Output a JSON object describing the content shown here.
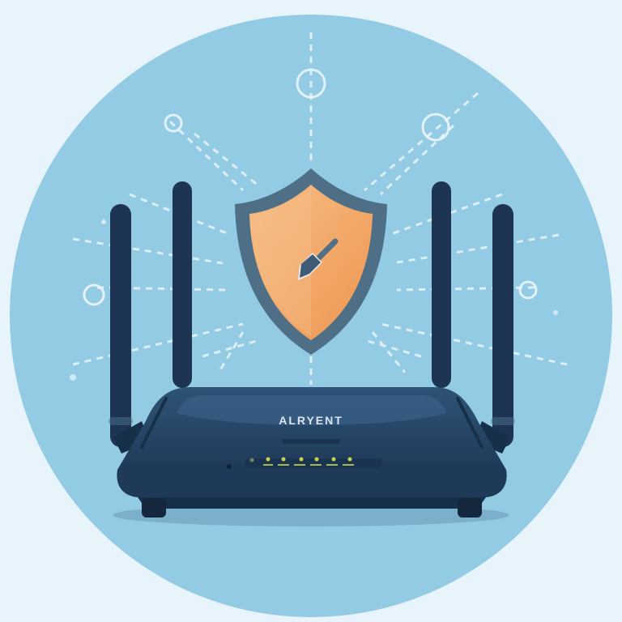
{
  "illustration": {
    "subject": "Wireless router protected by security shield",
    "router": {
      "brand_label": "ALRYENT",
      "antenna_count": 4,
      "led_count": 6,
      "led_color": "#c8d24a"
    },
    "shield": {
      "emblem": "trowel-icon",
      "fill_color": "#f2a462",
      "border_color": "#4f6f86"
    },
    "colors": {
      "background": "#e8f4fb",
      "circle": "#92cbe3",
      "router_body": "#23405f",
      "router_dark": "#17304a",
      "signal_lines": "#eaf6fc"
    }
  }
}
